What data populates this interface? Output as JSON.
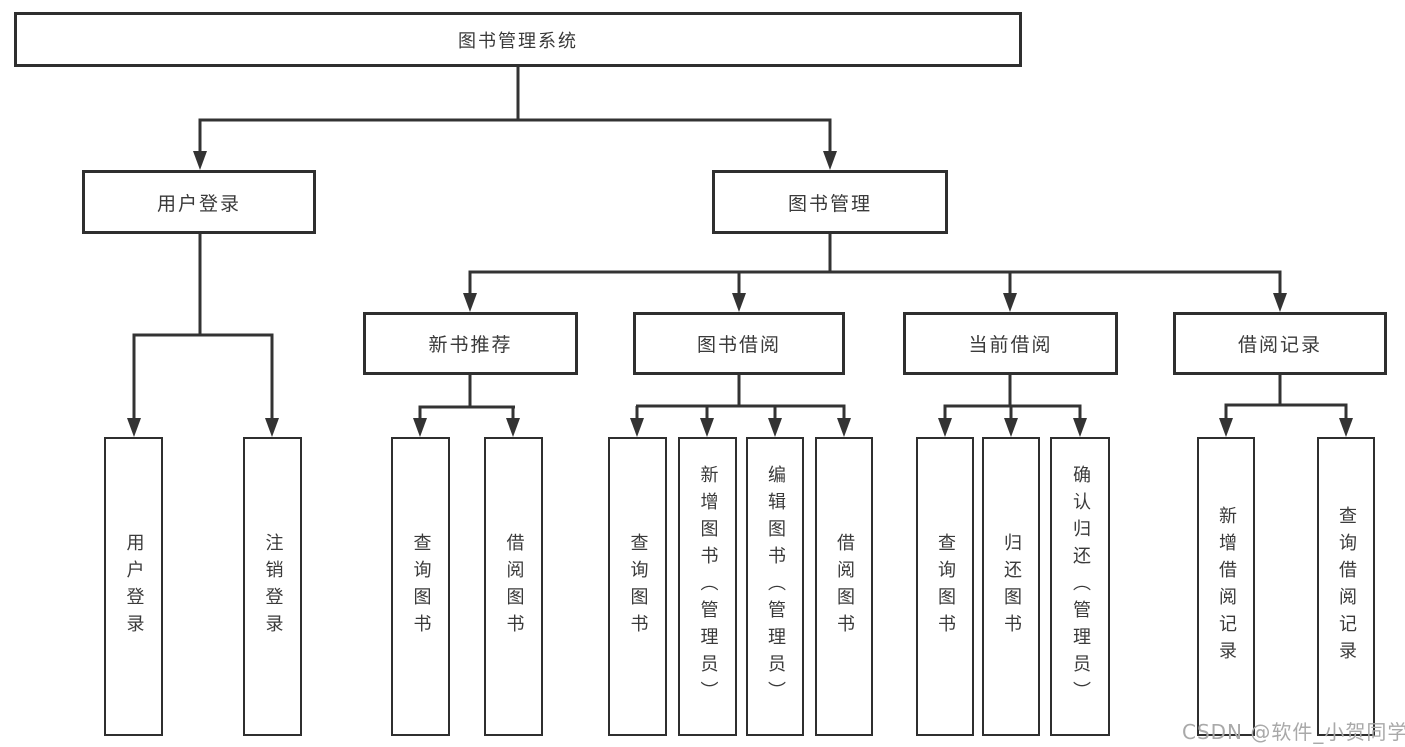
{
  "tree": {
    "label": "图书管理系统",
    "children": [
      {
        "label": "用户登录",
        "children": [
          {
            "label": "用户登录"
          },
          {
            "label": "注销登录"
          }
        ]
      },
      {
        "label": "图书管理",
        "children": [
          {
            "label": "新书推荐",
            "children": [
              {
                "label": "查询图书"
              },
              {
                "label": "借阅图书"
              }
            ]
          },
          {
            "label": "图书借阅",
            "children": [
              {
                "label": "查询图书"
              },
              {
                "label": "新增图书（管理员）"
              },
              {
                "label": "编辑图书（管理员）"
              },
              {
                "label": "借阅图书"
              }
            ]
          },
          {
            "label": "当前借阅",
            "children": [
              {
                "label": "查询图书"
              },
              {
                "label": "归还图书"
              },
              {
                "label": "确认归还（管理员）"
              }
            ]
          },
          {
            "label": "借阅记录",
            "children": [
              {
                "label": "新增借阅记录"
              },
              {
                "label": "查询借阅记录"
              }
            ]
          }
        ]
      }
    ]
  },
  "watermark": "CSDN @软件_小贺同学",
  "colors": {
    "line": "#333333",
    "box_border": "#2f2f2f",
    "text": "#3a3a3a",
    "background": "#ffffff",
    "watermark": "#a9a9a9"
  }
}
